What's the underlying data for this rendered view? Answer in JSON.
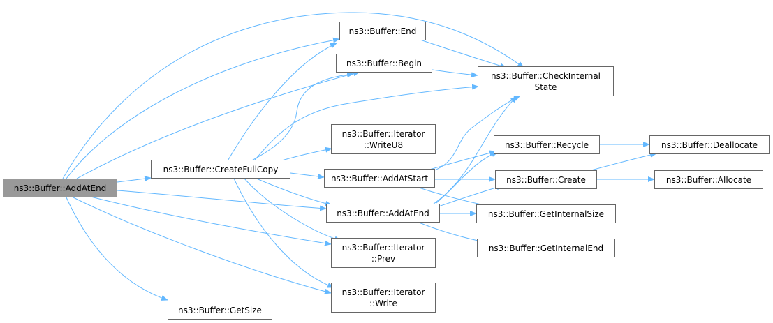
{
  "colors": {
    "edge": "#63b8ff",
    "node_border": "#666666",
    "root_fill": "#999999",
    "node_fill": "#ffffff"
  },
  "nodes": {
    "add_at_end_root": {
      "lines": [
        "ns3::Buffer::AddAtEnd"
      ]
    },
    "create_full_copy": {
      "lines": [
        "ns3::Buffer::CreateFullCopy"
      ]
    },
    "get_size": {
      "lines": [
        "ns3::Buffer::GetSize"
      ]
    },
    "end": {
      "lines": [
        "ns3::Buffer::End"
      ]
    },
    "begin": {
      "lines": [
        "ns3::Buffer::Begin"
      ]
    },
    "iterator_write_u8": {
      "lines": [
        "ns3::Buffer::Iterator",
        "::WriteU8"
      ]
    },
    "add_at_start": {
      "lines": [
        "ns3::Buffer::AddAtStart"
      ]
    },
    "add_at_end": {
      "lines": [
        "ns3::Buffer::AddAtEnd"
      ]
    },
    "iterator_prev": {
      "lines": [
        "ns3::Buffer::Iterator",
        "::Prev"
      ]
    },
    "iterator_write": {
      "lines": [
        "ns3::Buffer::Iterator",
        "::Write"
      ]
    },
    "check_internal_state": {
      "lines": [
        "ns3::Buffer::CheckInternal",
        "State"
      ]
    },
    "recycle": {
      "lines": [
        "ns3::Buffer::Recycle"
      ]
    },
    "create": {
      "lines": [
        "ns3::Buffer::Create"
      ]
    },
    "get_internal_size": {
      "lines": [
        "ns3::Buffer::GetInternalSize"
      ]
    },
    "get_internal_end": {
      "lines": [
        "ns3::Buffer::GetInternalEnd"
      ]
    },
    "deallocate": {
      "lines": [
        "ns3::Buffer::Deallocate"
      ]
    },
    "allocate": {
      "lines": [
        "ns3::Buffer::Allocate"
      ]
    }
  }
}
